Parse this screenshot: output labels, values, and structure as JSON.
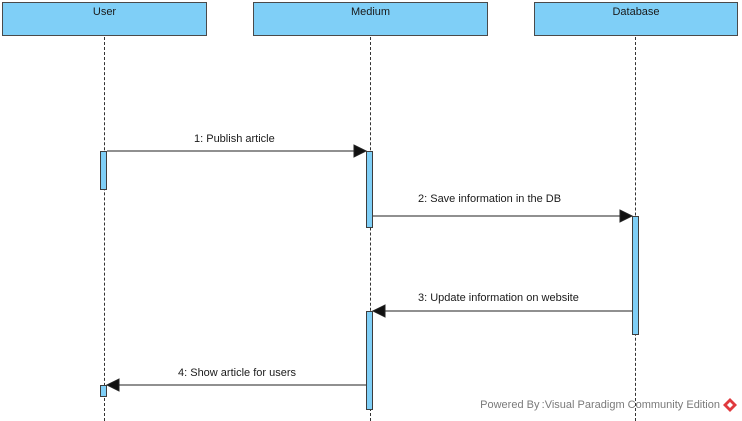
{
  "lifelines": [
    {
      "name": "User"
    },
    {
      "name": "Medium"
    },
    {
      "name": "Database"
    }
  ],
  "messages": [
    {
      "label": "1: Publish article",
      "from": "User",
      "to": "Medium"
    },
    {
      "label": "2: Save information in the DB",
      "from": "Medium",
      "to": "Database"
    },
    {
      "label": "3: Update information on website",
      "from": "Database",
      "to": "Medium"
    },
    {
      "label": "4: Show article for users",
      "from": "Medium",
      "to": "User"
    }
  ],
  "watermark": {
    "text": "Powered By :Visual Paradigm Community Edition"
  },
  "colors": {
    "lifeline_fill": "#7fcff7",
    "stroke": "#333333",
    "watermark_icon": "#e0393e"
  }
}
